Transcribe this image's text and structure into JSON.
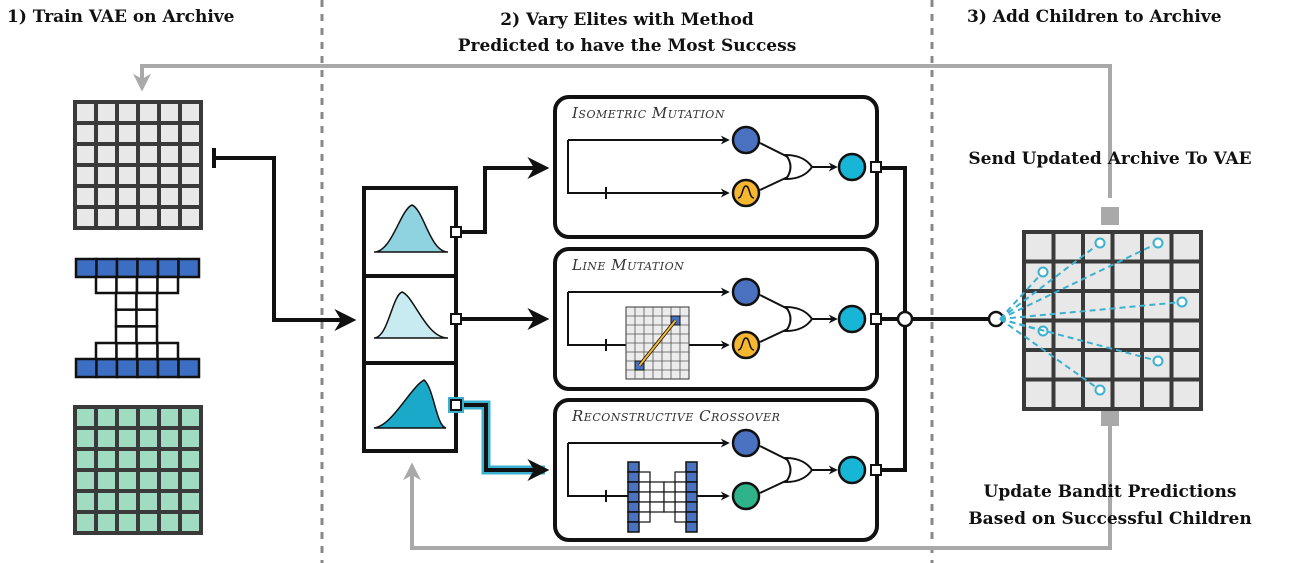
{
  "sections": {
    "train": "1) Train VAE on Archive",
    "vary_line1": "2) Vary Elites with Method",
    "vary_line2": "Predicted to have the Most Success",
    "add": "3)  Add Children to Archive"
  },
  "labels": {
    "send_updated": "Send Updated Archive To VAE",
    "update_line1": "Update Bandit Predictions",
    "update_line2": "Based on Successful Children"
  },
  "operators": [
    {
      "name": "Isometric Mutation"
    },
    {
      "name": "Line Mutation"
    },
    {
      "name": "Reconstructive Crossover"
    }
  ],
  "colors": {
    "archive_cell": "#e8e8e8",
    "vae_cell": "#3c6fc4",
    "generated_cell": "#9fdcc2",
    "node_blue": "#4a72c0",
    "node_orange": "#f5b731",
    "node_cyan": "#17b5d6",
    "node_green": "#2fb38a",
    "highlight": "#3bb0cf",
    "feedback_arrow": "#a9a9a9"
  }
}
